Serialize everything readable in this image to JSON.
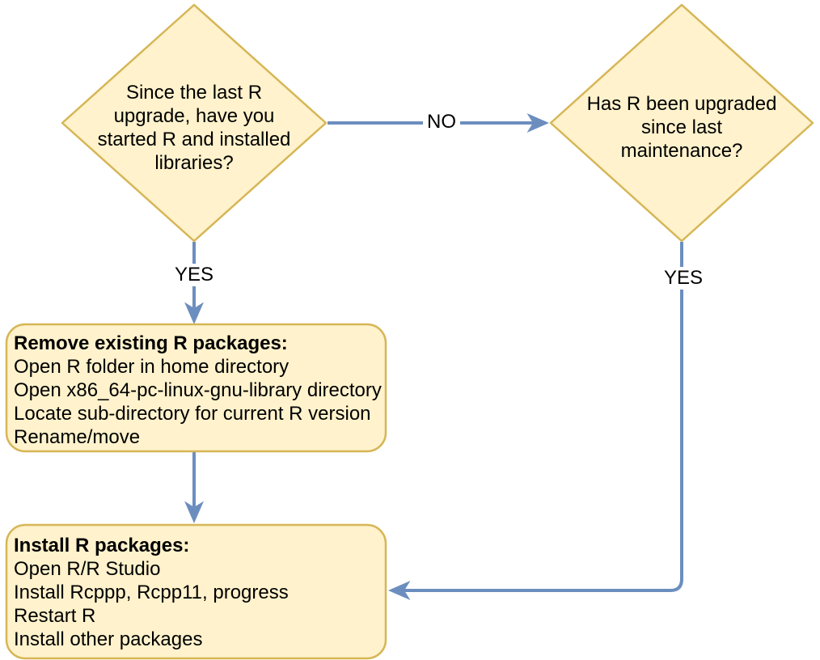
{
  "colors": {
    "shape_fill": "#FFF2CC",
    "shape_stroke": "#D6B656",
    "arrow": "#6C8EBF",
    "text": "#000000",
    "background": "#FFFFFF"
  },
  "diagram": {
    "type": "flowchart",
    "decision_left": {
      "lines": [
        "Since the last R",
        "upgrade, have you",
        "started R and installed",
        "libraries?"
      ]
    },
    "decision_right": {
      "lines": [
        "Has R been upgraded",
        "since last",
        "maintenance?"
      ]
    },
    "labels": {
      "no": "NO",
      "yes_left": "YES",
      "yes_right": "YES"
    },
    "remove_box": {
      "title": "Remove existing R packages:",
      "steps": [
        "Open R folder in home directory",
        "Open x86_64-pc-linux-gnu-library directory",
        "Locate sub-directory for current R version",
        "Rename/move"
      ]
    },
    "install_box": {
      "title": "Install R packages:",
      "steps": [
        "Open R/R Studio",
        "Install Rcppp, Rcpp11, progress",
        "Restart R",
        "Install other packages"
      ]
    }
  }
}
